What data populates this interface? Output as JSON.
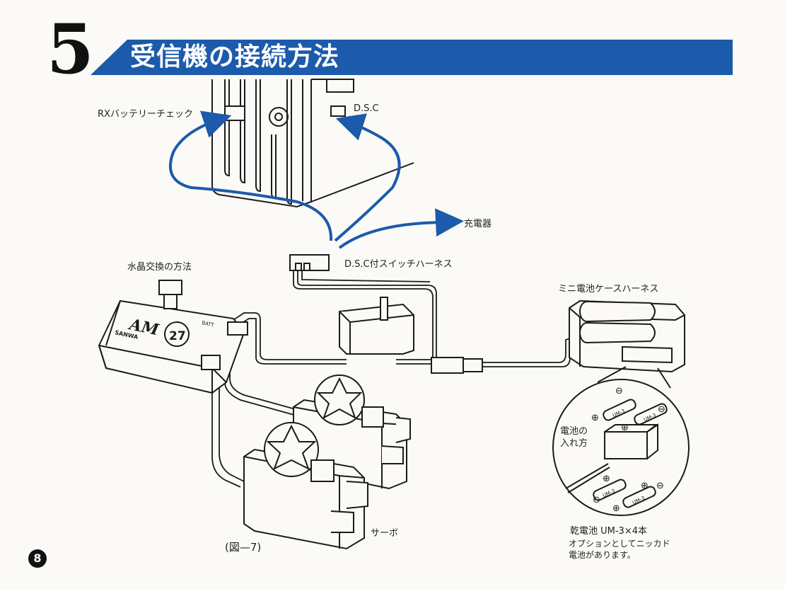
{
  "header": {
    "section_number": "5",
    "title": "受信機の接続方法"
  },
  "labels": {
    "rx_battery_check": "RXバッテリーチェック",
    "dsc": "D.S.C",
    "charger": "充電器",
    "dsc_switch_harness": "D.S.C付スイッチハーネス",
    "crystal_exchange": "水晶交換の方法",
    "mini_battery_case_harness": "ミニ電池ケースハーネス",
    "battery_insertion": [
      "電池の",
      "入れ方"
    ],
    "dry_battery": "乾電池  UM-3×4本",
    "battery_note": [
      "オプションとしてニッカド",
      "電池があります。"
    ],
    "servo": "サーボ",
    "figure_caption": "(図—7)"
  },
  "receiver_markings": {
    "model": "AM",
    "channel": "27",
    "brand": "SANWA",
    "batt": "BATT"
  },
  "battery_markings": {
    "cell_label": "UM-3",
    "plus": "⊕",
    "minus": "⊖"
  },
  "page_number": "8",
  "colors": {
    "banner": "#1c5aab",
    "arrows": "#1c5aab",
    "ink": "#1b1b1b"
  }
}
